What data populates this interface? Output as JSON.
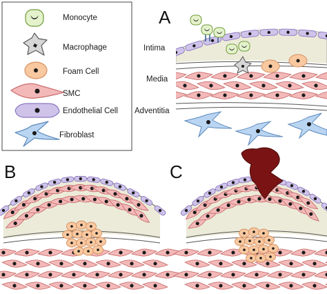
{
  "legend": {
    "items": [
      {
        "key": "monocyte",
        "label": "Monocyte"
      },
      {
        "key": "macrophage",
        "label": "Macrophage"
      },
      {
        "key": "foam",
        "label": "Foam Cell"
      },
      {
        "key": "smc",
        "label": "SMC"
      },
      {
        "key": "endo",
        "label": "Endothelial Cell"
      },
      {
        "key": "fibro",
        "label": "Fibroblast"
      }
    ]
  },
  "panels": {
    "a": {
      "letter": "A",
      "layers": {
        "intima": "Intima",
        "media": "Media",
        "adventitia": "Adventitia"
      }
    },
    "b": {
      "letter": "B"
    },
    "c": {
      "letter": "C"
    }
  },
  "colors": {
    "monocyte_fill": "#e4f2cc",
    "monocyte_stroke": "#6f9a3a",
    "macrophage_fill": "#d6d6d6",
    "macrophage_stroke": "#555555",
    "foam_fill": "#f8c8a0",
    "foam_stroke": "#d59060",
    "smc_fill": "#f3b9b9",
    "smc_stroke": "#c96d6d",
    "endo_fill": "#cfc3ea",
    "endo_stroke": "#8b78bf",
    "fibro_fill": "#b9d5f2",
    "fibro_stroke": "#5c88bb",
    "intima_fill": "#ecebd9",
    "nucleus": "#1a1a1a",
    "thrombus": "#7a1414",
    "receptor": "#2f5f8f",
    "outline": "#555555"
  }
}
